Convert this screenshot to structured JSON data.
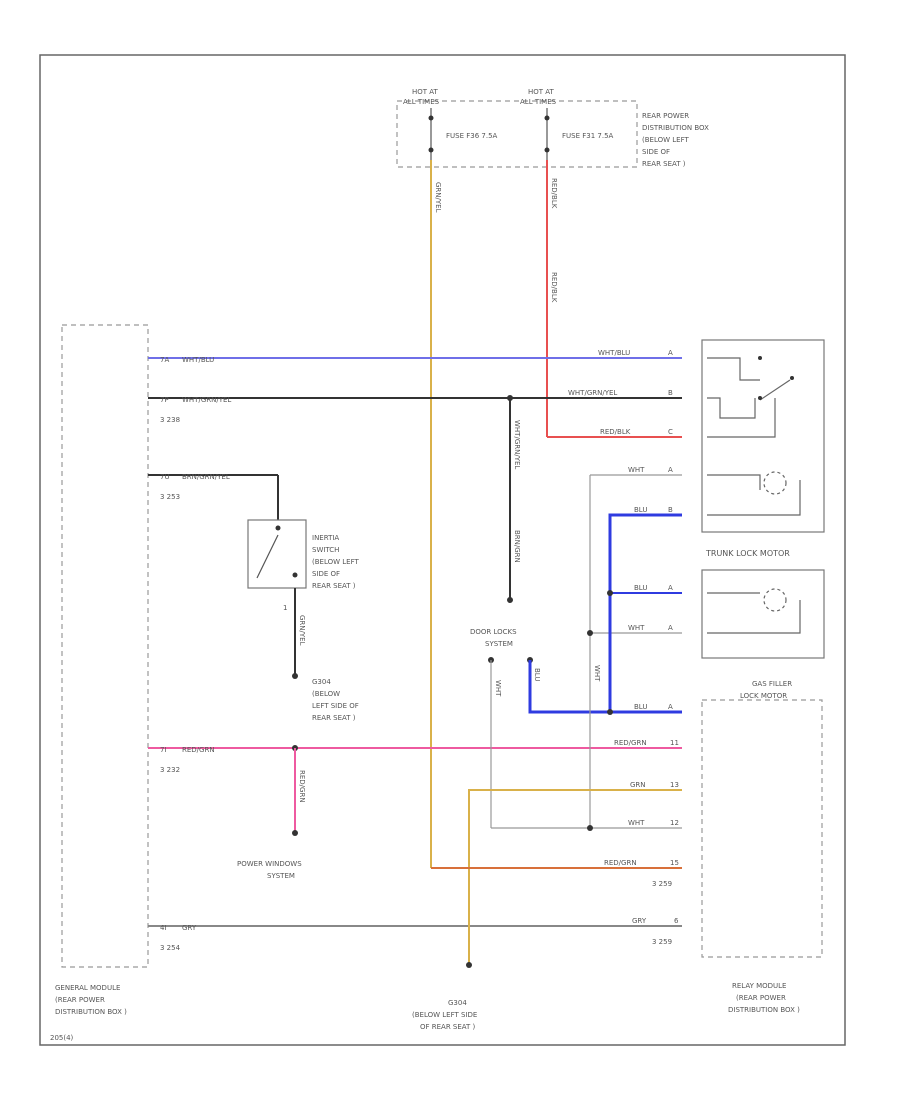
{
  "diagram_code": "205(4)",
  "hot_labels": [
    "HOT AT ALL TIMES",
    "HOT AT ALL TIMES"
  ],
  "fuses": [
    "FUSE F36 7.5A",
    "FUSE F31 7.5A"
  ],
  "rear_power_box": [
    "REAR POWER",
    "DISTRIBUTION BOX",
    "(BELOW LEFT",
    "SIDE OF",
    "REAR SEAT )"
  ],
  "general_module": [
    "GENERAL MODULE",
    "(REAR POWER",
    "DISTRIBUTION BOX )"
  ],
  "relay_module": [
    "RELAY MODULE",
    "(REAR POWER",
    "DISTRIBUTION BOX )"
  ],
  "inertia_switch": [
    "INERTIA",
    "SWITCH",
    "(BELOW LEFT",
    "SIDE OF",
    "REAR SEAT )"
  ],
  "ground_mid": [
    "G304",
    "(BELOW",
    "LEFT SIDE OF",
    "REAR SEAT )"
  ],
  "ground_bottom": [
    "G304",
    "(BELOW LEFT SIDE",
    "OF REAR SEAT )"
  ],
  "door_locks": [
    "DOOR LOCKS",
    "SYSTEM"
  ],
  "power_windows": [
    "POWER WINDOWS",
    "SYSTEM"
  ],
  "trunk_lock_motor": "TRUNK LOCK MOTOR",
  "gas_filler": [
    "GAS FILLER",
    "LOCK MOTOR"
  ],
  "left_pins": [
    "7A",
    "7P",
    "7U",
    "7I",
    "4I"
  ],
  "left_wires": [
    "WHT/BLU",
    "WHT/GRN/YEL",
    "BRN/GRN/YEL",
    "RED/GRN",
    "GRY"
  ],
  "connectors_left": [
    "3 238",
    "3 253",
    "3 232",
    "3 254"
  ],
  "right_wires": [
    "WHT/BLU",
    "WHT/GRN/YEL",
    "RED/BLK",
    "WHT",
    "BLU",
    "BLU",
    "WHT",
    "BLU",
    "RED/GRN",
    "GRN",
    "WHT",
    "RED/GRN",
    "GRY"
  ],
  "right_pins": [
    "A",
    "B",
    "C",
    "A",
    "B",
    "A",
    "A",
    "A",
    "11",
    "13",
    "12",
    "15",
    "6"
  ],
  "connectors_right": [
    "3 259",
    "3 259"
  ],
  "vertical_wires": [
    "GRN/YEL",
    "RED/BLK",
    "RED/BLK",
    "WHT/GRN/YEL",
    "GRN/YEL",
    "BRN/GRN",
    "RED/GRN",
    "WHT",
    "WHT",
    "BLU"
  ],
  "inertia_pin": "1",
  "colors": {
    "blue": "#6f6fe8",
    "blue_bold": "#2f3be0",
    "red": "#e85050",
    "pink": "#ee5aa0",
    "tan": "#d9b14a",
    "orange": "#d8703a",
    "black": "#333333",
    "gray": "#888888"
  }
}
